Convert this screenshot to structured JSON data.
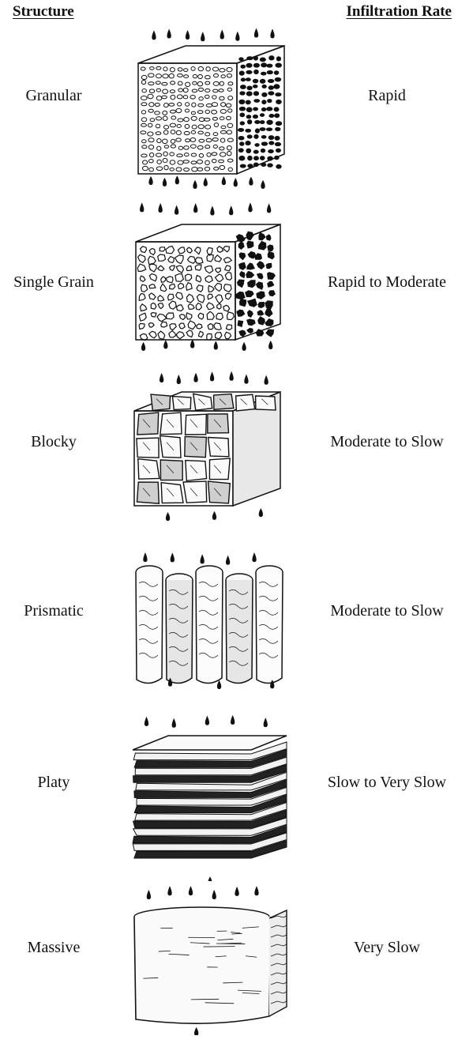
{
  "header": {
    "structure_label": "Structure",
    "infiltration_label": "Infiltration Rate"
  },
  "rows": [
    {
      "structure": "Granular",
      "rate": "Rapid",
      "illustration": "granular-soil-block"
    },
    {
      "structure": "Single Grain",
      "rate": "Rapid to Moderate",
      "illustration": "single-grain-soil-block"
    },
    {
      "structure": "Blocky",
      "rate": "Moderate to Slow",
      "illustration": "blocky-soil-block"
    },
    {
      "structure": "Prismatic",
      "rate": "Moderate to Slow",
      "illustration": "prismatic-soil-block"
    },
    {
      "structure": "Platy",
      "rate": "Slow to Very Slow",
      "illustration": "platy-soil-block"
    },
    {
      "structure": "Massive",
      "rate": "Very Slow",
      "illustration": "massive-soil-block"
    }
  ],
  "colors": {
    "ink": "#111111",
    "paper": "#ffffff"
  }
}
